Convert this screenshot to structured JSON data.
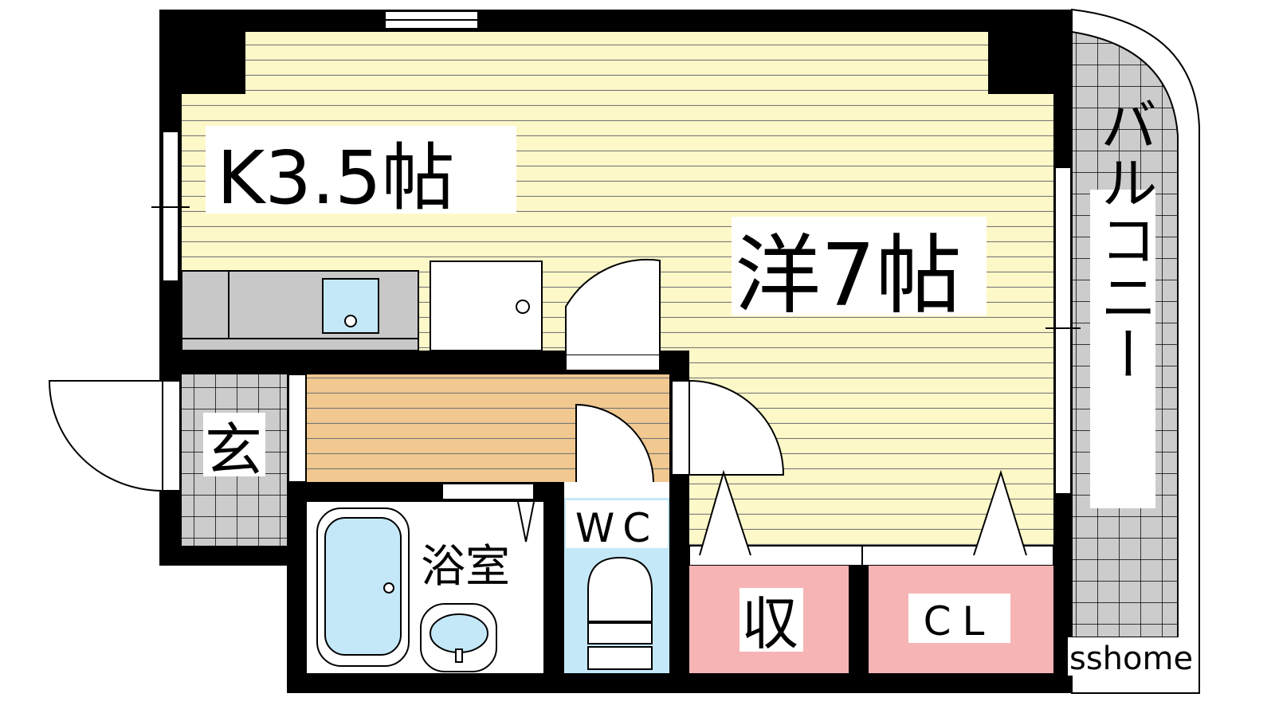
{
  "rooms": {
    "kitchen": "K3.5帖",
    "western_room": "洋7帖",
    "entrance": "玄",
    "bathroom": "浴室",
    "toilet": "WC",
    "storage": "収",
    "closet": "CL",
    "balcony": "バルコニー"
  },
  "watermark": "sshome",
  "colors": {
    "floor": "#fdf8c8",
    "hallway": "#f0c890",
    "tile": "#cccccc",
    "water": "#c4e8f8",
    "storage": "#f6b4b4",
    "wall": "#000000"
  }
}
